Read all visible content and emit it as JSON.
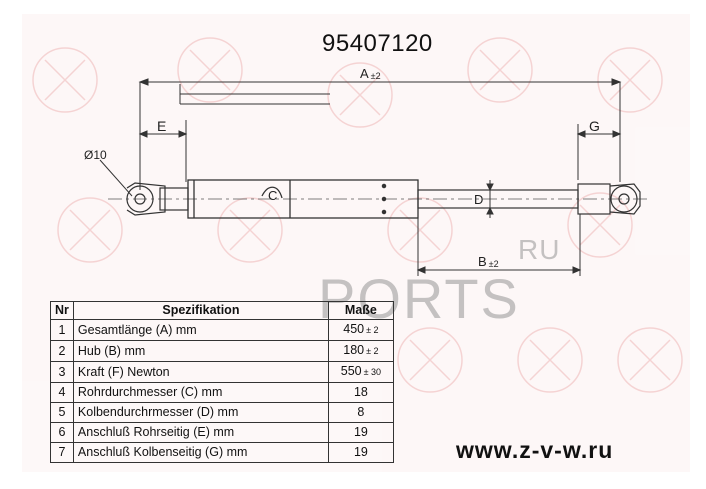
{
  "part_number": "95407120",
  "dimensions": {
    "A": "A",
    "A_tol": "±2",
    "B": "B",
    "B_tol": "±2",
    "E": "E",
    "G": "G",
    "D": "D",
    "C": "C",
    "diameter": "Ø10"
  },
  "watermark": {
    "ru": "RU",
    "brand": "PORTS"
  },
  "table": {
    "headers": {
      "nr": "Nr",
      "spec": "Spezifikation",
      "value": "Maße"
    },
    "rows": [
      {
        "nr": "1",
        "spec": "Gesamtlänge (A) mm",
        "value": "450",
        "tol": "± 2"
      },
      {
        "nr": "2",
        "spec": "Hub (B)  mm",
        "value": "180",
        "tol": "± 2"
      },
      {
        "nr": "3",
        "spec": "Kraft (F) Newton",
        "value": "550",
        "tol": "± 30"
      },
      {
        "nr": "4",
        "spec": "Rohrdurchmesser (C) mm",
        "value": "18",
        "tol": ""
      },
      {
        "nr": "5",
        "spec": "Kolbendurchrmesser (D) mm",
        "value": "8",
        "tol": ""
      },
      {
        "nr": "6",
        "spec": "Anschluß Rohrseitig (E) mm",
        "value": "19",
        "tol": ""
      },
      {
        "nr": "7",
        "spec": "Anschluß Kolbenseitig (G) mm",
        "value": "19",
        "tol": ""
      }
    ]
  },
  "website": "www.z-v-w.ru"
}
